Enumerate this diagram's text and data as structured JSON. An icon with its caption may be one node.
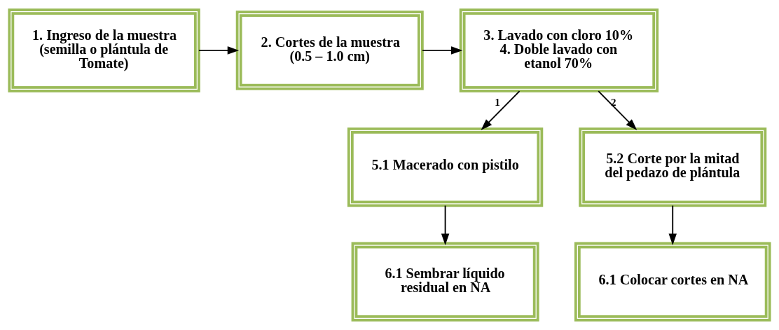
{
  "diagram": {
    "nodes": [
      {
        "text": [
          "1. Ingreso de la muestra (semilla o plántula de Tomate)"
        ]
      },
      {
        "text": [
          "2. Cortes de la muestra  (0.5 – 1.0 cm)"
        ]
      },
      {
        "text": [
          "3. Lavado con cloro 10% 4. Doble lavado con etanol 70%"
        ]
      },
      {
        "text": [
          "5.1 Macerado con pistilo"
        ]
      },
      {
        "text": [
          "5.2 Corte por la mitad del pedazo de plántula"
        ]
      },
      {
        "text": [
          "6.1 Sembrar líquido residual en NA"
        ]
      },
      {
        "text": [
          "6.1 Colocar cortes en NA"
        ]
      }
    ],
    "edges": [
      {
        "from": 0,
        "to": 1,
        "arrow": "to"
      },
      {
        "from": 1,
        "to": 2,
        "arrow": "to"
      },
      {
        "from": 2,
        "to": 3,
        "arrow": "to",
        "label": "1"
      },
      {
        "from": 2,
        "to": 4,
        "arrow": "to",
        "label": "2"
      },
      {
        "from": 3,
        "to": 5,
        "arrow": "to"
      },
      {
        "from": 4,
        "to": 6,
        "arrow": "to"
      }
    ]
  }
}
